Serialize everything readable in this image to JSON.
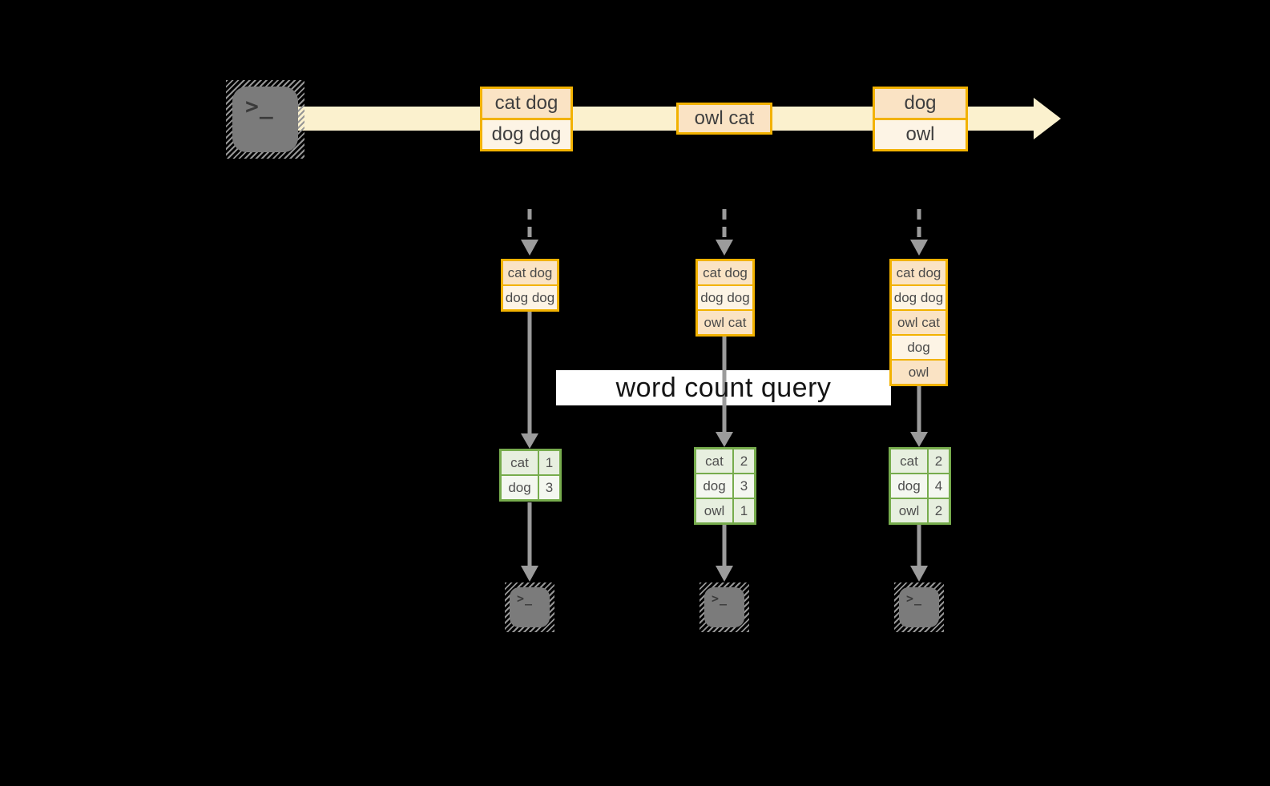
{
  "diagram": {
    "query_label": "word count query",
    "terminal_glyph": ">_",
    "stream_events": [
      {
        "lines": [
          "cat dog",
          "dog dog"
        ]
      },
      {
        "lines": [
          "owl cat"
        ]
      },
      {
        "lines": [
          "dog",
          "owl"
        ]
      }
    ],
    "windows": [
      {
        "items": [
          "cat dog",
          "dog dog"
        ]
      },
      {
        "items": [
          "cat dog",
          "dog dog",
          "owl cat"
        ]
      },
      {
        "items": [
          "cat dog",
          "dog dog",
          "owl cat",
          "dog",
          "owl"
        ]
      }
    ],
    "counts": [
      {
        "rows": [
          {
            "word": "cat",
            "count": "1"
          },
          {
            "word": "dog",
            "count": "3"
          }
        ]
      },
      {
        "rows": [
          {
            "word": "cat",
            "count": "2"
          },
          {
            "word": "dog",
            "count": "3"
          },
          {
            "word": "owl",
            "count": "1"
          }
        ]
      },
      {
        "rows": [
          {
            "word": "cat",
            "count": "2"
          },
          {
            "word": "dog",
            "count": "4"
          },
          {
            "word": "owl",
            "count": "2"
          }
        ]
      }
    ],
    "colors": {
      "background": "#000000",
      "stream_band": "#FBF1CE",
      "event_border": "#F2B200",
      "event_fill_dark": "#FAE3C4",
      "event_fill_light": "#FDF4E5",
      "table_border": "#77AC4D",
      "table_fill_dark": "#E7EFDF",
      "table_fill_light": "#F4F7F0",
      "arrow_gray": "#9B9B9B",
      "terminal_gray": "#7B7B7B"
    }
  }
}
